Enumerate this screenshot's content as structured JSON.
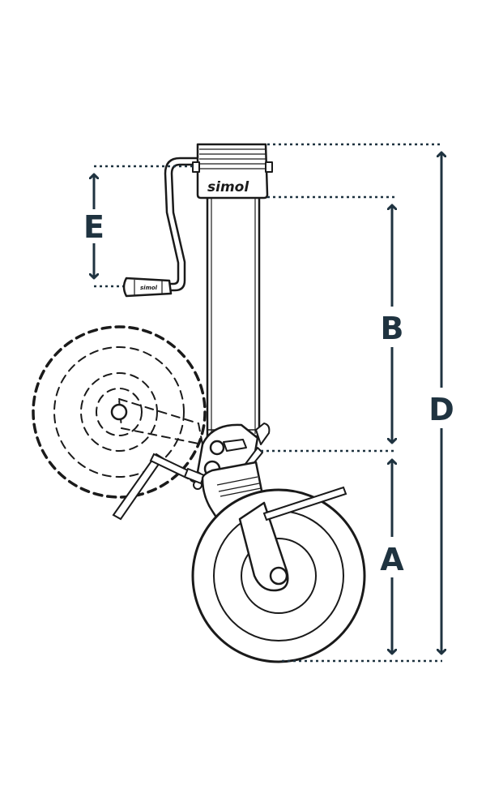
{
  "brand": {
    "head_logo": "simol",
    "grip_logo": "simol"
  },
  "dimensions": {
    "A": "A",
    "B": "B",
    "D": "D",
    "E": "E"
  },
  "colors": {
    "dimension": "#1f3340",
    "outline": "#1a1a1a",
    "fill": "#ffffff"
  },
  "icons": {
    "arrow": "double-headed-arrow",
    "ghost_wheel": "dashed-folded-wheel"
  }
}
